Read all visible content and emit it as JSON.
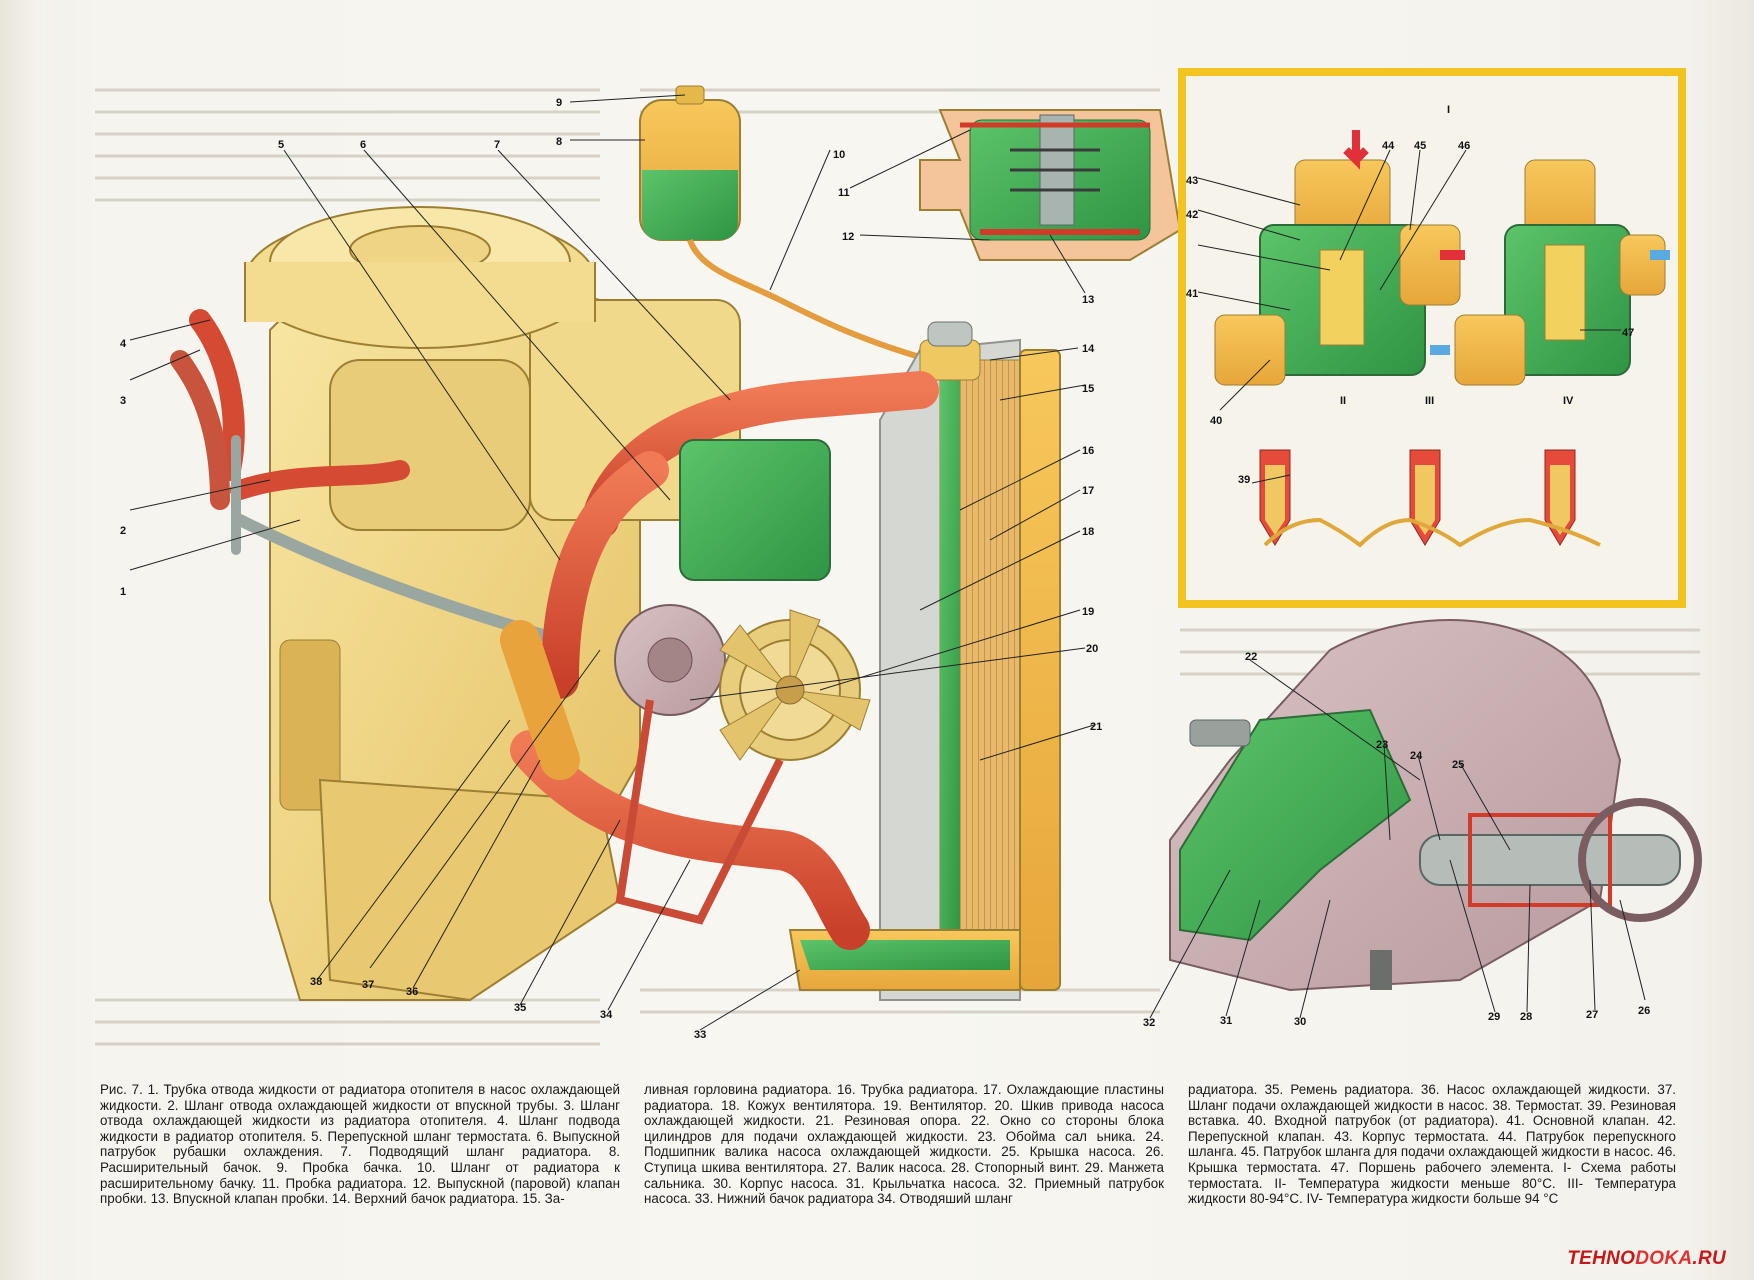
{
  "caption": {
    "col1": "Рис. 7. 1. Трубка отвода жидкости от радиатора отопителя в насос охлаждающей жидкости. 2. Шланг отвода охлаждающей жидкости от впускной трубы. 3. Шланг отвода охлаждающей жидкости из радиатора отопителя. 4. Шланг подвода жидкости в радиатор отопителя. 5. Перепускной шланг термостата. 6. Выпускной патрубок рубашки охлаждения. 7. Подводящий шланг радиатора. 8. Расширительный бачок. 9. Пробка бачка. 10. Шланг от радиатора к расширительному бачку. 11. Пробка радиатора. 12. Выпускной (паровой) клапан пробки. 13. Впускной клапан пробки. 14. Верхний бачок радиатора. 15. За-",
    "col2": "ливная горловина радиатора. 16. Трубка радиатора. 17. Охлаждающие пластины радиатора. 18. Кожух вентилятора. 19. Вентилятор. 20. Шкив привода насоса охлаждающей жидкости. 21. Резиновая опора. 22. Окно со стороны блока цилиндров для подачи охлаждающей жидкости. 23. Обойма сал ьника. 24. Подшипник валика насоса охлаждающей жидкости. 25. Крышка насоса. 26. Ступица шкива вентилятора. 27. Валик насоса. 28. Стопорный винт. 29. Манжета сальника. 30. Корпус насоса. 31. Крыльчатка насоса. 32. Приемный патрубок насоса. 33. Нижний бачок радиатора 34. Отводяший шланг",
    "col3": "радиатора. 35. Ремень радиатора. 36. Насос охлаждающей жидкости. 37. Шланг подачи охлаждающей жидкости в насос. 38. Термостат. 39. Резиновая вставка. 40. Входной патрубок (от радиатора). 41. Основной клапан. 42. Перепускной клапан. 43. Корпус термостата. 44. Патрубок перепускного шланга. 45. Патрубок шланга для подачи охлаждающей жидкости в насос. 46. Крышка термостата. 47. Поршень рабочего элемента. I- Схема работы термостата. II- Температура жидкости меньше 80°С. III- Температура жидкости 80-94°С. IV- Температура жидкости больше 94 °С"
  },
  "callouts": [
    "1",
    "2",
    "3",
    "4",
    "5",
    "6",
    "7",
    "8",
    "9",
    "10",
    "11",
    "12",
    "13",
    "14",
    "15",
    "16",
    "17",
    "18",
    "19",
    "20",
    "21",
    "22",
    "23",
    "24",
    "25",
    "26",
    "27",
    "28",
    "29",
    "30",
    "31",
    "32",
    "33",
    "34",
    "35",
    "36",
    "37",
    "38",
    "39",
    "40",
    "41",
    "42",
    "43",
    "44",
    "45",
    "46",
    "47"
  ],
  "thermostat_stage_labels": [
    "I",
    "II",
    "III",
    "IV"
  ],
  "watermark": {
    "part1": "TEHNO",
    "part2": "DOKA",
    "part3": ".RU"
  },
  "colors": {
    "coolant_green": "#3fae52",
    "engine_yellow": "#f2d77a",
    "hose_red": "#e2553a",
    "thermostat_frame": "#f3c31f",
    "flow_blue": "#5aa9e0"
  }
}
